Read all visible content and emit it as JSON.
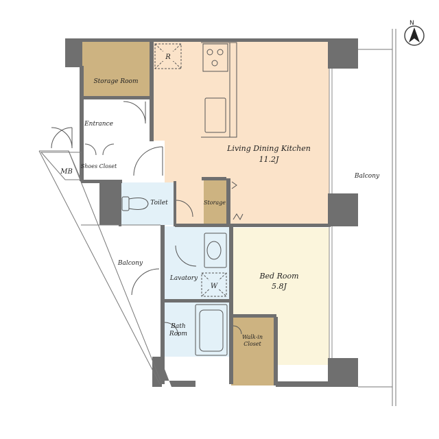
{
  "rooms": {
    "storage_room": "Storage Room",
    "entrance": "Entrance",
    "shoes_closet": "Shoes Closet",
    "mb": "MB",
    "toilet": "Toilet",
    "storage": "Storage",
    "ldk_name": "Living Dining Kitchen",
    "ldk_size": "11.2J",
    "balcony_east": "Balcony",
    "balcony_west": "Balcony",
    "lavatory": "Lavatory",
    "bath_room_line1": "Bath",
    "bath_room_line2": "Room",
    "bed_room_name": "Bed Room",
    "bed_room_size": "5.8J",
    "walk_in_line1": "Walk-in",
    "walk_in_line2": "Closet",
    "refrigerator_mark": "R",
    "washer_mark": "W"
  },
  "compass": {
    "north_label": "N"
  },
  "colors": {
    "wall": "#6f6f6f",
    "ldk": "#fbe3c9",
    "bedroom": "#fbf5dc",
    "storage": "#cdb381",
    "wet": "#e3f1f8",
    "balcony": "#ffffff"
  }
}
